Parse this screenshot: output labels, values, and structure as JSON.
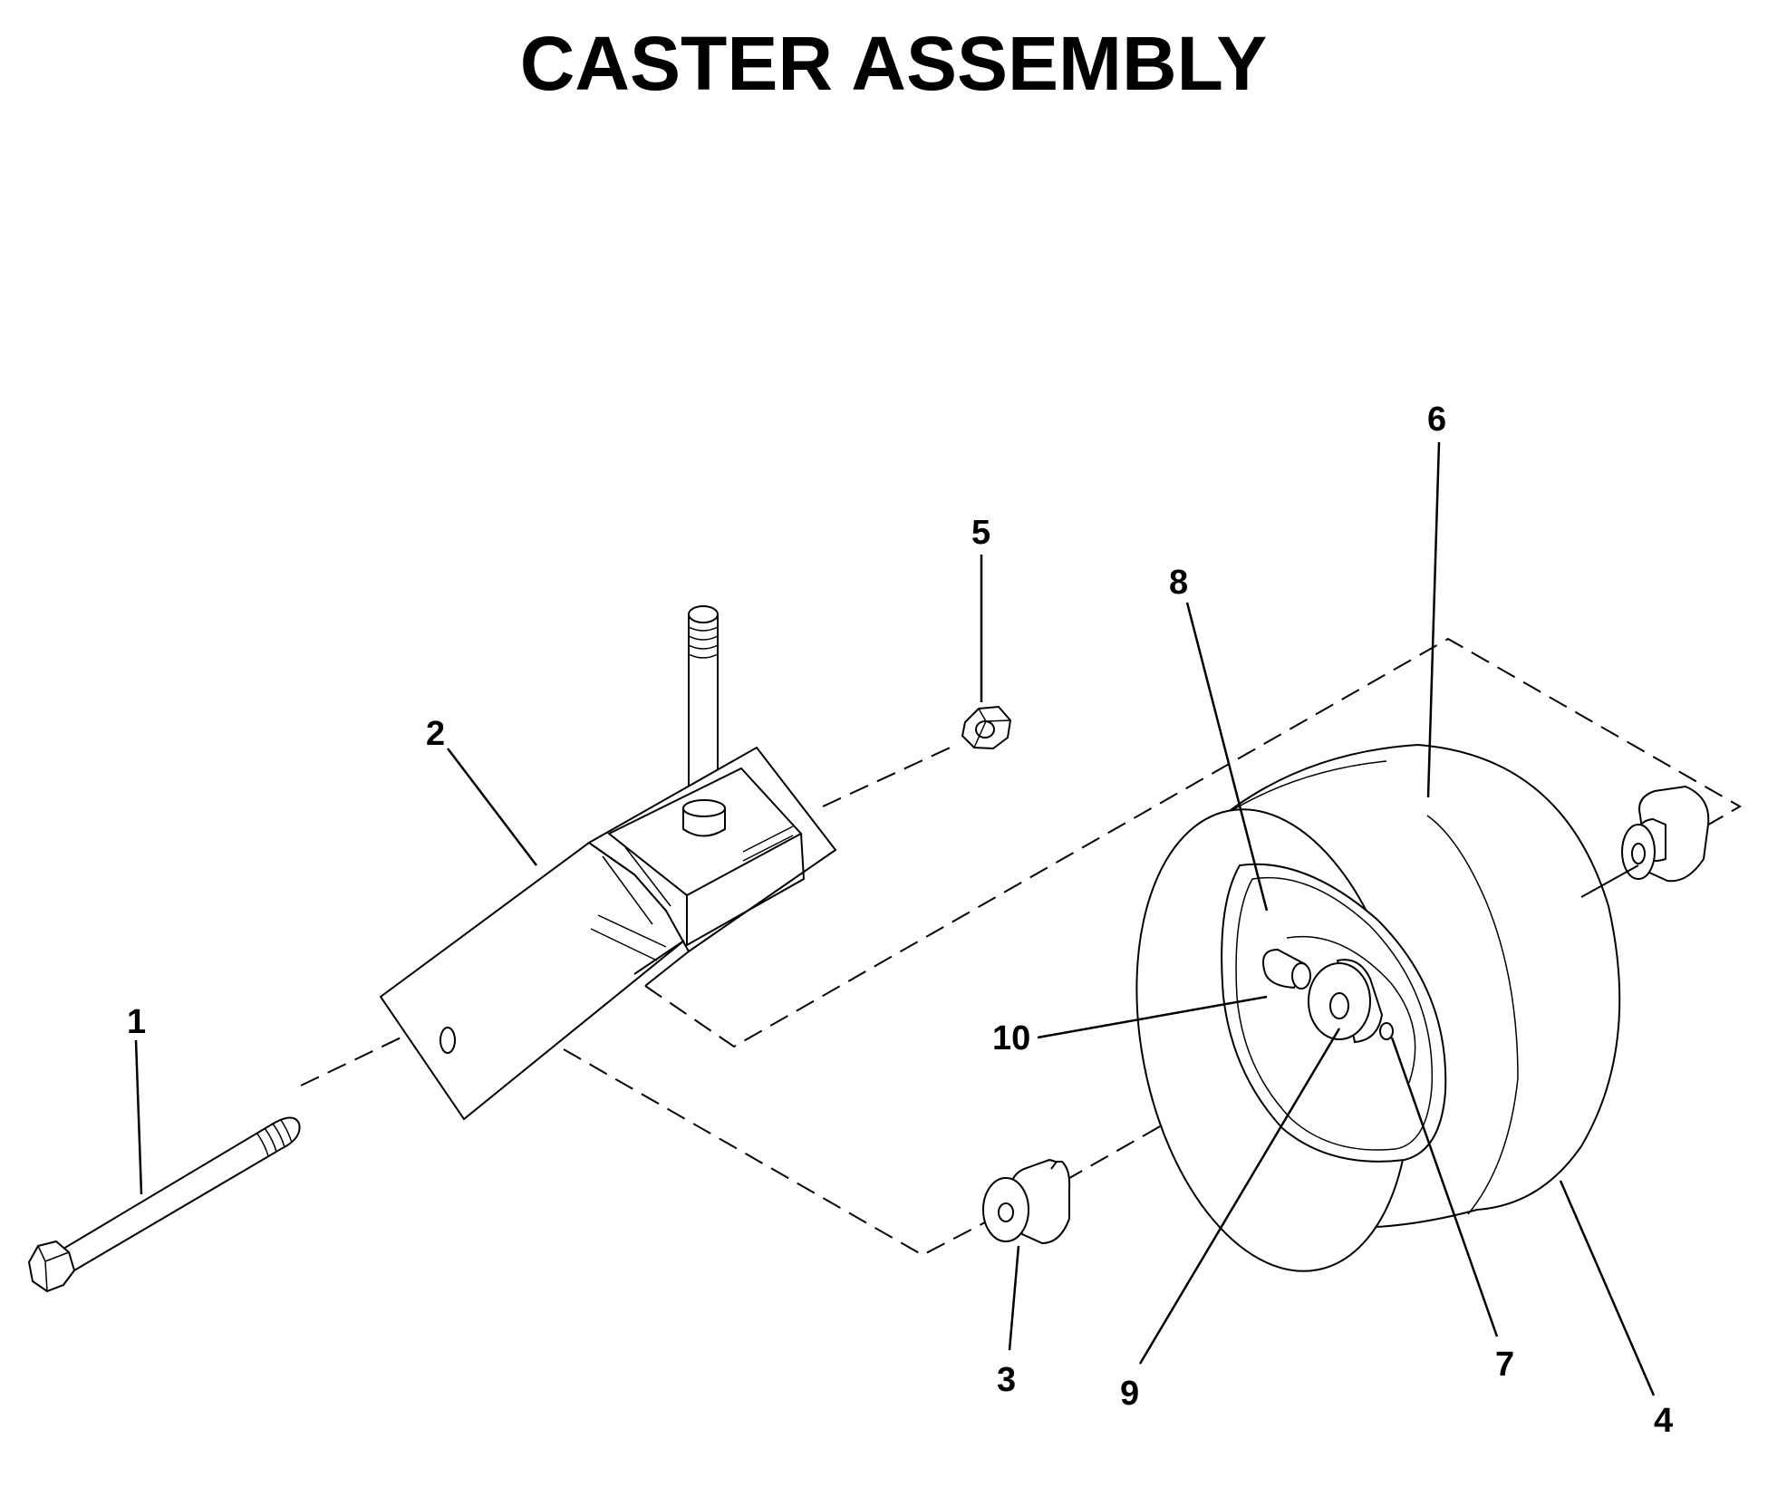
{
  "title": "CASTER ASSEMBLY",
  "callouts": {
    "c1": "1",
    "c2": "2",
    "c3": "3",
    "c4": "4",
    "c5": "5",
    "c6": "6",
    "c7": "7",
    "c8": "8",
    "c9": "9",
    "c10": "10"
  }
}
